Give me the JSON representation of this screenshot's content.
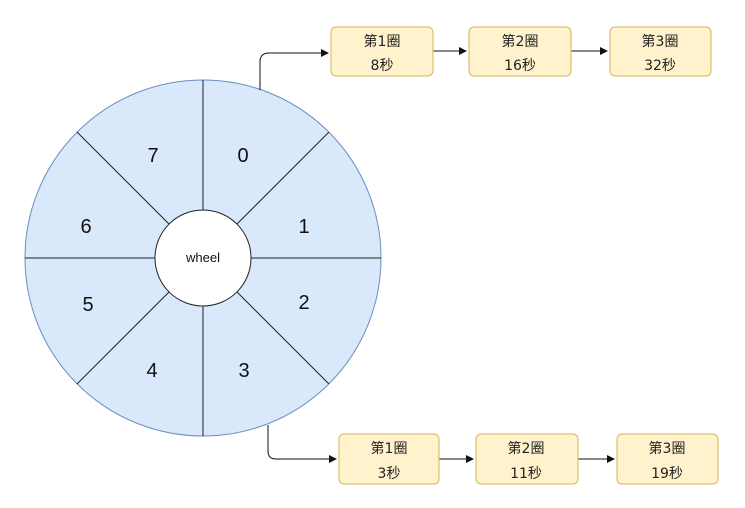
{
  "wheel": {
    "hub_label": "wheel",
    "segments": [
      "0",
      "1",
      "2",
      "3",
      "4",
      "5",
      "6",
      "7"
    ],
    "fill_color": "#dae8fc",
    "stroke_color": "#6c8ebf"
  },
  "chains": {
    "top": [
      {
        "title": "第1圈",
        "value": "8秒"
      },
      {
        "title": "第2圈",
        "value": "16秒"
      },
      {
        "title": "第3圈",
        "value": "32秒"
      }
    ],
    "bottom": [
      {
        "title": "第1圈",
        "value": "3秒"
      },
      {
        "title": "第2圈",
        "value": "11秒"
      },
      {
        "title": "第3圈",
        "value": "19秒"
      }
    ]
  },
  "card_style": {
    "fill_color": "#fff2cc",
    "stroke_color": "#d6b656"
  }
}
